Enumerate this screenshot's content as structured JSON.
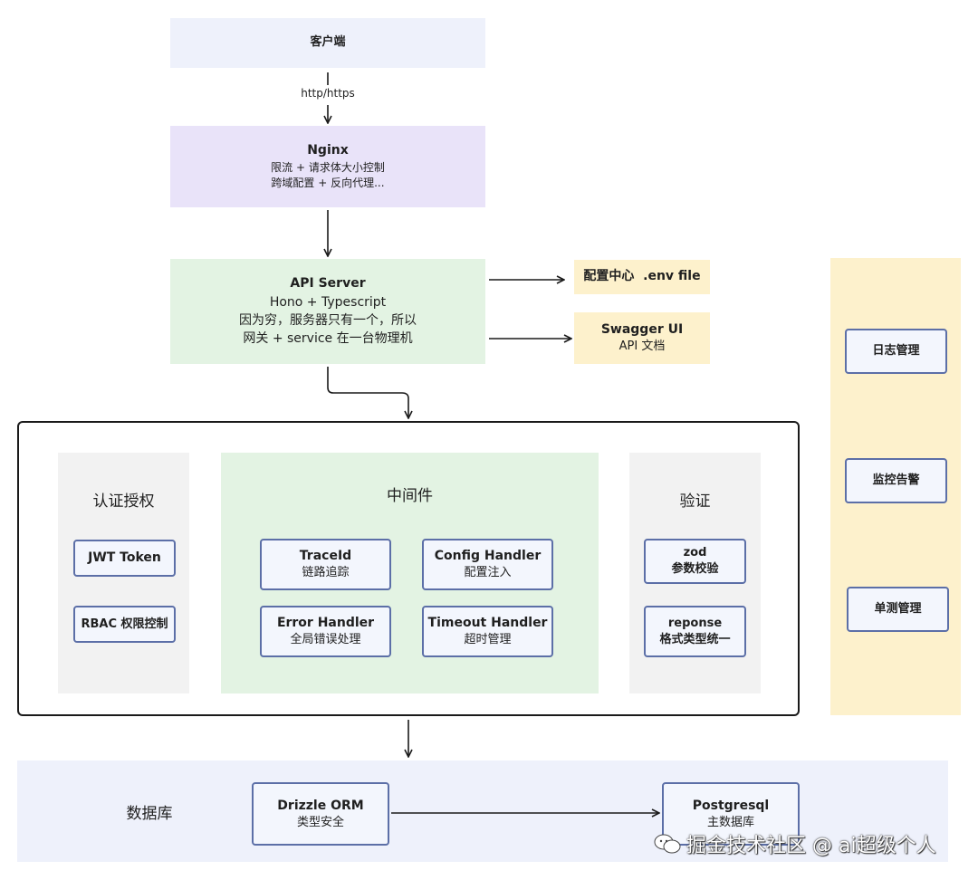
{
  "client": {
    "title": "客户端"
  },
  "edge_label": "http/https",
  "nginx": {
    "title": "Nginx",
    "line1": "限流 + 请求体大小控制",
    "line2": "跨域配置 + 反向代理..."
  },
  "api_server": {
    "title": "API Server",
    "line1": "Hono + Typescript",
    "line2": "因为穷，服务器只有一个，所以",
    "line3": "网关 + service 在一台物理机"
  },
  "config_center": {
    "label": "配置中心  .env file"
  },
  "swagger": {
    "title": "Swagger UI",
    "subtitle": "API 文档"
  },
  "auth": {
    "title": "认证授权",
    "items": [
      "JWT Token",
      "RBAC 权限控制"
    ]
  },
  "middleware": {
    "title": "中间件",
    "items": [
      {
        "title": "TraceId",
        "subtitle": "链路追踪"
      },
      {
        "title": "Config Handler",
        "subtitle": "配置注入"
      },
      {
        "title": "Error Handler",
        "subtitle": "全局错误处理"
      },
      {
        "title": "Timeout Handler",
        "subtitle": "超时管理"
      }
    ]
  },
  "validation": {
    "title": "验证",
    "items": [
      {
        "title": "zod",
        "subtitle": "参数校验"
      },
      {
        "title": "reponse",
        "subtitle": "格式类型统一"
      }
    ]
  },
  "ops": {
    "items": [
      "日志管理",
      "监控告警",
      "单测管理"
    ]
  },
  "database": {
    "title": "数据库",
    "orm": {
      "title": "Drizzle ORM",
      "subtitle": "类型安全"
    },
    "db": {
      "title": "Postgresql",
      "subtitle": "主数据库"
    }
  },
  "watermark": {
    "text": "掘金技术社区 @ ai超级个人"
  },
  "colors": {
    "client_bg": "#eef1fb",
    "nginx_bg": "#e9e3f9",
    "api_bg": "#e3f3e3",
    "yellow_bg": "#fdf1cc",
    "gray_panel": "#f2f2f2",
    "green_panel": "#e3f3e3",
    "db_bg": "#eef1fb",
    "card_border": "#5c6fa7"
  }
}
